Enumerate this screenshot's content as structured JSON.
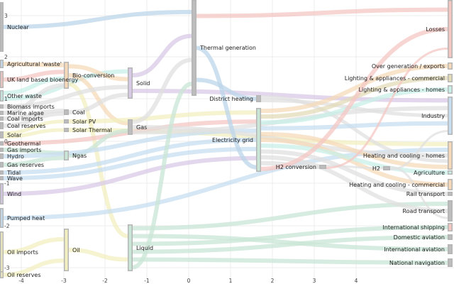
{
  "axes": {
    "x_ticks": [
      "-4",
      "-3",
      "-2",
      "-1",
      "0",
      "1",
      "2",
      "3",
      "4"
    ],
    "y_ticks": [
      "3",
      "2",
      "1",
      "0",
      "-1",
      "-2",
      "-3"
    ]
  },
  "nodes": [
    {
      "id": "nuclear",
      "label": "Nuclear",
      "color": "#bdbdbd"
    },
    {
      "id": "agri_waste",
      "label": "Agricultural 'waste'",
      "color": "#c7ddf0"
    },
    {
      "id": "uk_bio",
      "label": "UK land based bioenergy",
      "color": "#f4c7c3"
    },
    {
      "id": "other_waste",
      "label": "Other waste",
      "color": "#c9efe8"
    },
    {
      "id": "biomass_imports",
      "label": "Biomass imports",
      "color": "#bdbdbd"
    },
    {
      "id": "marine_algae",
      "label": "Marine algae",
      "color": "#bdbdbd"
    },
    {
      "id": "coal_imports",
      "label": "Coal imports",
      "color": "#bdbdbd"
    },
    {
      "id": "coal_reserves",
      "label": "Coal reserves",
      "color": "#bdbdbd"
    },
    {
      "id": "solar",
      "label": "Solar",
      "color": "#bdbdbd"
    },
    {
      "id": "geothermal",
      "label": "Geothermal",
      "color": "#bdbdbd"
    },
    {
      "id": "gas_imports",
      "label": "Gas imports",
      "color": "#bdbdbd"
    },
    {
      "id": "hydro",
      "label": "Hydro",
      "color": "#bdbdbd"
    },
    {
      "id": "gas_reserves",
      "label": "Gas reserves",
      "color": "#bdbdbd"
    },
    {
      "id": "tidal",
      "label": "Tidal",
      "color": "#bdbdbd"
    },
    {
      "id": "wave",
      "label": "Wave",
      "color": "#bdbdbd"
    },
    {
      "id": "wind",
      "label": "Wind",
      "color": "#d8c9e6"
    },
    {
      "id": "pumped_heat",
      "label": "Pumped heat",
      "color": "#c7ddf0"
    },
    {
      "id": "oil_imports",
      "label": "Oil imports",
      "color": "#f2efc0"
    },
    {
      "id": "oil_reserves",
      "label": "Oil reserves",
      "color": "#f2efc0"
    },
    {
      "id": "bio_conversion",
      "label": "Bio-conversion",
      "color": "#f6d9b9"
    },
    {
      "id": "coal",
      "label": "Coal",
      "color": "#bdbdbd"
    },
    {
      "id": "solar_pv",
      "label": "Solar PV",
      "color": "#bdbdbd"
    },
    {
      "id": "solar_thermal",
      "label": "Solar Thermal",
      "color": "#bdbdbd"
    },
    {
      "id": "ngas",
      "label": "Ngas",
      "color": "#c9e6d6"
    },
    {
      "id": "oil",
      "label": "Oil",
      "color": "#f2efc0"
    },
    {
      "id": "solid",
      "label": "Solid",
      "color": "#d8c9e6"
    },
    {
      "id": "gas",
      "label": "Gas",
      "color": "#bdbdbd"
    },
    {
      "id": "liquid",
      "label": "Liquid",
      "color": "#c9e6d6"
    },
    {
      "id": "thermal_gen",
      "label": "Thermal generation",
      "color": "#bdbdbd"
    },
    {
      "id": "district_heating",
      "label": "District heating",
      "color": "#bdbdbd"
    },
    {
      "id": "electricity_grid",
      "label": "Electricity grid",
      "color": "#c9e6d6"
    },
    {
      "id": "h2_conversion",
      "label": "H2 conversion",
      "color": "#bdbdbd"
    },
    {
      "id": "h2",
      "label": "H2",
      "color": "#bdbdbd"
    },
    {
      "id": "losses",
      "label": "Losses",
      "color": "#f4c7c3"
    },
    {
      "id": "over_gen",
      "label": "Over generation / exports",
      "color": "#f6d9b9"
    },
    {
      "id": "light_comm",
      "label": "Lighting & appliances - commercial",
      "color": "#e3dcb8"
    },
    {
      "id": "light_homes",
      "label": "Lighting & appliances - homes",
      "color": "#c9efe8"
    },
    {
      "id": "industry",
      "label": "Industry",
      "color": "#c7ddf0"
    },
    {
      "id": "heat_homes",
      "label": "Heating and cooling - homes",
      "color": "#f6d9b9"
    },
    {
      "id": "agriculture",
      "label": "Agriculture",
      "color": "#c9efe8"
    },
    {
      "id": "heat_comm",
      "label": "Heating and cooling - commercial",
      "color": "#f6d9b9"
    },
    {
      "id": "rail",
      "label": "Rail transport",
      "color": "#bdbdbd"
    },
    {
      "id": "road",
      "label": "Road transport",
      "color": "#bdbdbd"
    },
    {
      "id": "int_shipping",
      "label": "International shipping",
      "color": "#f4c7c3"
    },
    {
      "id": "dom_aviation",
      "label": "Domestic aviation",
      "color": "#bdbdbd"
    },
    {
      "id": "int_aviation",
      "label": "International aviation",
      "color": "#bdbdbd"
    },
    {
      "id": "nat_navigation",
      "label": "National navigation",
      "color": "#bdbdbd"
    }
  ],
  "links": [
    {
      "source": "nuclear",
      "target": "thermal_gen",
      "color": "#bcd6ea"
    },
    {
      "source": "agri_waste",
      "target": "bio_conversion",
      "color": "#f6d9b9"
    },
    {
      "source": "uk_bio",
      "target": "bio_conversion",
      "color": "#f4c7c3"
    },
    {
      "source": "other_waste",
      "target": "bio_conversion",
      "color": "#c9efe8"
    },
    {
      "source": "other_waste",
      "target": "solid",
      "color": "#c9efe8"
    },
    {
      "source": "bio_conversion",
      "target": "solid",
      "color": "#f6d9b9"
    },
    {
      "source": "bio_conversion",
      "target": "gas",
      "color": "#f6d9b9"
    },
    {
      "source": "bio_conversion",
      "target": "liquid",
      "color": "#f2efc0"
    },
    {
      "source": "biomass_imports",
      "target": "solid",
      "color": "#e0e0e0"
    },
    {
      "source": "marine_algae",
      "target": "bio_conversion",
      "color": "#e0e0e0"
    },
    {
      "source": "coal_imports",
      "target": "coal",
      "color": "#e0e0e0"
    },
    {
      "source": "coal_reserves",
      "target": "coal",
      "color": "#e0e0e0"
    },
    {
      "source": "coal",
      "target": "solid",
      "color": "#e0e0e0"
    },
    {
      "source": "solar",
      "target": "solar_pv",
      "color": "#f2efc0"
    },
    {
      "source": "solar",
      "target": "solar_thermal",
      "color": "#f2efc0"
    },
    {
      "source": "solar_pv",
      "target": "electricity_grid",
      "color": "#f2efc0"
    },
    {
      "source": "solar_thermal",
      "target": "heat_homes",
      "color": "#f2efc0"
    },
    {
      "source": "geothermal",
      "target": "electricity_grid",
      "color": "#f4c7c3"
    },
    {
      "source": "gas_imports",
      "target": "ngas",
      "color": "#c9e6d6"
    },
    {
      "source": "gas_reserves",
      "target": "ngas",
      "color": "#c9e6d6"
    },
    {
      "source": "ngas",
      "target": "gas",
      "color": "#c9e6d6"
    },
    {
      "source": "hydro",
      "target": "electricity_grid",
      "color": "#c7ddf0"
    },
    {
      "source": "tidal",
      "target": "electricity_grid",
      "color": "#c7ddf0"
    },
    {
      "source": "wave",
      "target": "electricity_grid",
      "color": "#c7ddf0"
    },
    {
      "source": "wind",
      "target": "electricity_grid",
      "color": "#d8c9e6"
    },
    {
      "source": "pumped_heat",
      "target": "heat_homes",
      "color": "#c7ddf0"
    },
    {
      "source": "oil_imports",
      "target": "oil",
      "color": "#f2efc0"
    },
    {
      "source": "oil_reserves",
      "target": "oil",
      "color": "#f2efc0"
    },
    {
      "source": "oil",
      "target": "liquid",
      "color": "#f2efc0"
    },
    {
      "source": "solid",
      "target": "thermal_gen",
      "color": "#d8c9e6"
    },
    {
      "source": "solid",
      "target": "industry",
      "color": "#d8c9e6"
    },
    {
      "source": "gas",
      "target": "thermal_gen",
      "color": "#e0e0e0"
    },
    {
      "source": "gas",
      "target": "heat_homes",
      "color": "#e0e0e0"
    },
    {
      "source": "gas",
      "target": "industry",
      "color": "#e0e0e0"
    },
    {
      "source": "liquid",
      "target": "road",
      "color": "#c9e6d6"
    },
    {
      "source": "liquid",
      "target": "int_aviation",
      "color": "#c9e6d6"
    },
    {
      "source": "liquid",
      "target": "int_shipping",
      "color": "#c9e6d6"
    },
    {
      "source": "liquid",
      "target": "dom_aviation",
      "color": "#c9e6d6"
    },
    {
      "source": "liquid",
      "target": "nat_navigation",
      "color": "#c9e6d6"
    },
    {
      "source": "liquid",
      "target": "thermal_gen",
      "color": "#c9e6d6"
    },
    {
      "source": "thermal_gen",
      "target": "losses",
      "color": "#f4c7c3"
    },
    {
      "source": "thermal_gen",
      "target": "electricity_grid",
      "color": "#bcd6ea"
    },
    {
      "source": "thermal_gen",
      "target": "district_heating",
      "color": "#bcd6ea"
    },
    {
      "source": "district_heating",
      "target": "heat_homes",
      "color": "#e0e0e0"
    },
    {
      "source": "district_heating",
      "target": "industry",
      "color": "#e0e0e0"
    },
    {
      "source": "electricity_grid",
      "target": "over_gen",
      "color": "#f6d9b9"
    },
    {
      "source": "electricity_grid",
      "target": "light_comm",
      "color": "#e3dcb8"
    },
    {
      "source": "electricity_grid",
      "target": "light_homes",
      "color": "#c9efe8"
    },
    {
      "source": "electricity_grid",
      "target": "industry",
      "color": "#c7ddf0"
    },
    {
      "source": "electricity_grid",
      "target": "heat_homes",
      "color": "#f6d9b9"
    },
    {
      "source": "electricity_grid",
      "target": "heat_comm",
      "color": "#f6d9b9"
    },
    {
      "source": "electricity_grid",
      "target": "agriculture",
      "color": "#c9efe8"
    },
    {
      "source": "electricity_grid",
      "target": "rail",
      "color": "#e0e0e0"
    },
    {
      "source": "electricity_grid",
      "target": "road",
      "color": "#e0e0e0"
    },
    {
      "source": "electricity_grid",
      "target": "h2_conversion",
      "color": "#e0e0e0"
    },
    {
      "source": "electricity_grid",
      "target": "losses",
      "color": "#f4c7c3"
    },
    {
      "source": "h2_conversion",
      "target": "h2",
      "color": "#e0e0e0"
    },
    {
      "source": "h2_conversion",
      "target": "losses",
      "color": "#f4c7c3"
    },
    {
      "source": "h2",
      "target": "road",
      "color": "#e0e0e0"
    },
    {
      "source": "h2",
      "target": "industry",
      "color": "#e0e0e0"
    }
  ]
}
